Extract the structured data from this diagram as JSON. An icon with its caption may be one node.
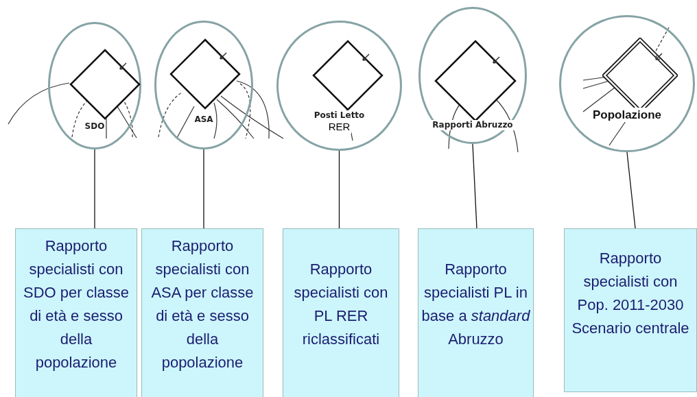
{
  "diagram": {
    "nodes": [
      {
        "text": [],
        "shape": "circle"
      },
      {
        "text": [
          "SDO"
        ],
        "in": 0
      },
      {
        "text": [],
        "shape": "circle"
      },
      {
        "text": [
          "ASA"
        ],
        "in": 2
      },
      {
        "text": [],
        "shape": "circle"
      },
      {
        "text": [
          "Posti Letto",
          "RER"
        ],
        "in": 4
      },
      {
        "text": [],
        "shape": "circle"
      },
      {
        "text": [
          "Rapporti Abruzzo"
        ],
        "in": 6
      },
      {
        "text": [],
        "shape": "circle"
      },
      {
        "text": [
          "Popolazione"
        ],
        "in": 8
      },
      {
        "text": [
          "Rapporto specialisti con SDO per classe di età e sesso della popolazione"
        ]
      },
      {
        "text": [
          "Rapporto specialisti con ASA per classe di età e sesso della popolazione"
        ]
      },
      {
        "text": [
          "Rapporto specialisti con PL RER riclassificati"
        ]
      },
      {
        "text": [
          "Rapporto specialisti PL in base a *standard* Abruzzo"
        ]
      },
      {
        "text": [
          "Rapporto specialisti con Pop. 2011-2030 Scenario centrale"
        ]
      }
    ],
    "edges": [
      {
        "from": 0,
        "to": 10,
        "arrow": "none"
      },
      {
        "from": 2,
        "to": 11,
        "arrow": "none"
      },
      {
        "from": 4,
        "to": 12,
        "arrow": "none"
      },
      {
        "from": 6,
        "to": 13,
        "arrow": "none"
      },
      {
        "from": 8,
        "to": 14,
        "arrow": "none"
      }
    ]
  }
}
